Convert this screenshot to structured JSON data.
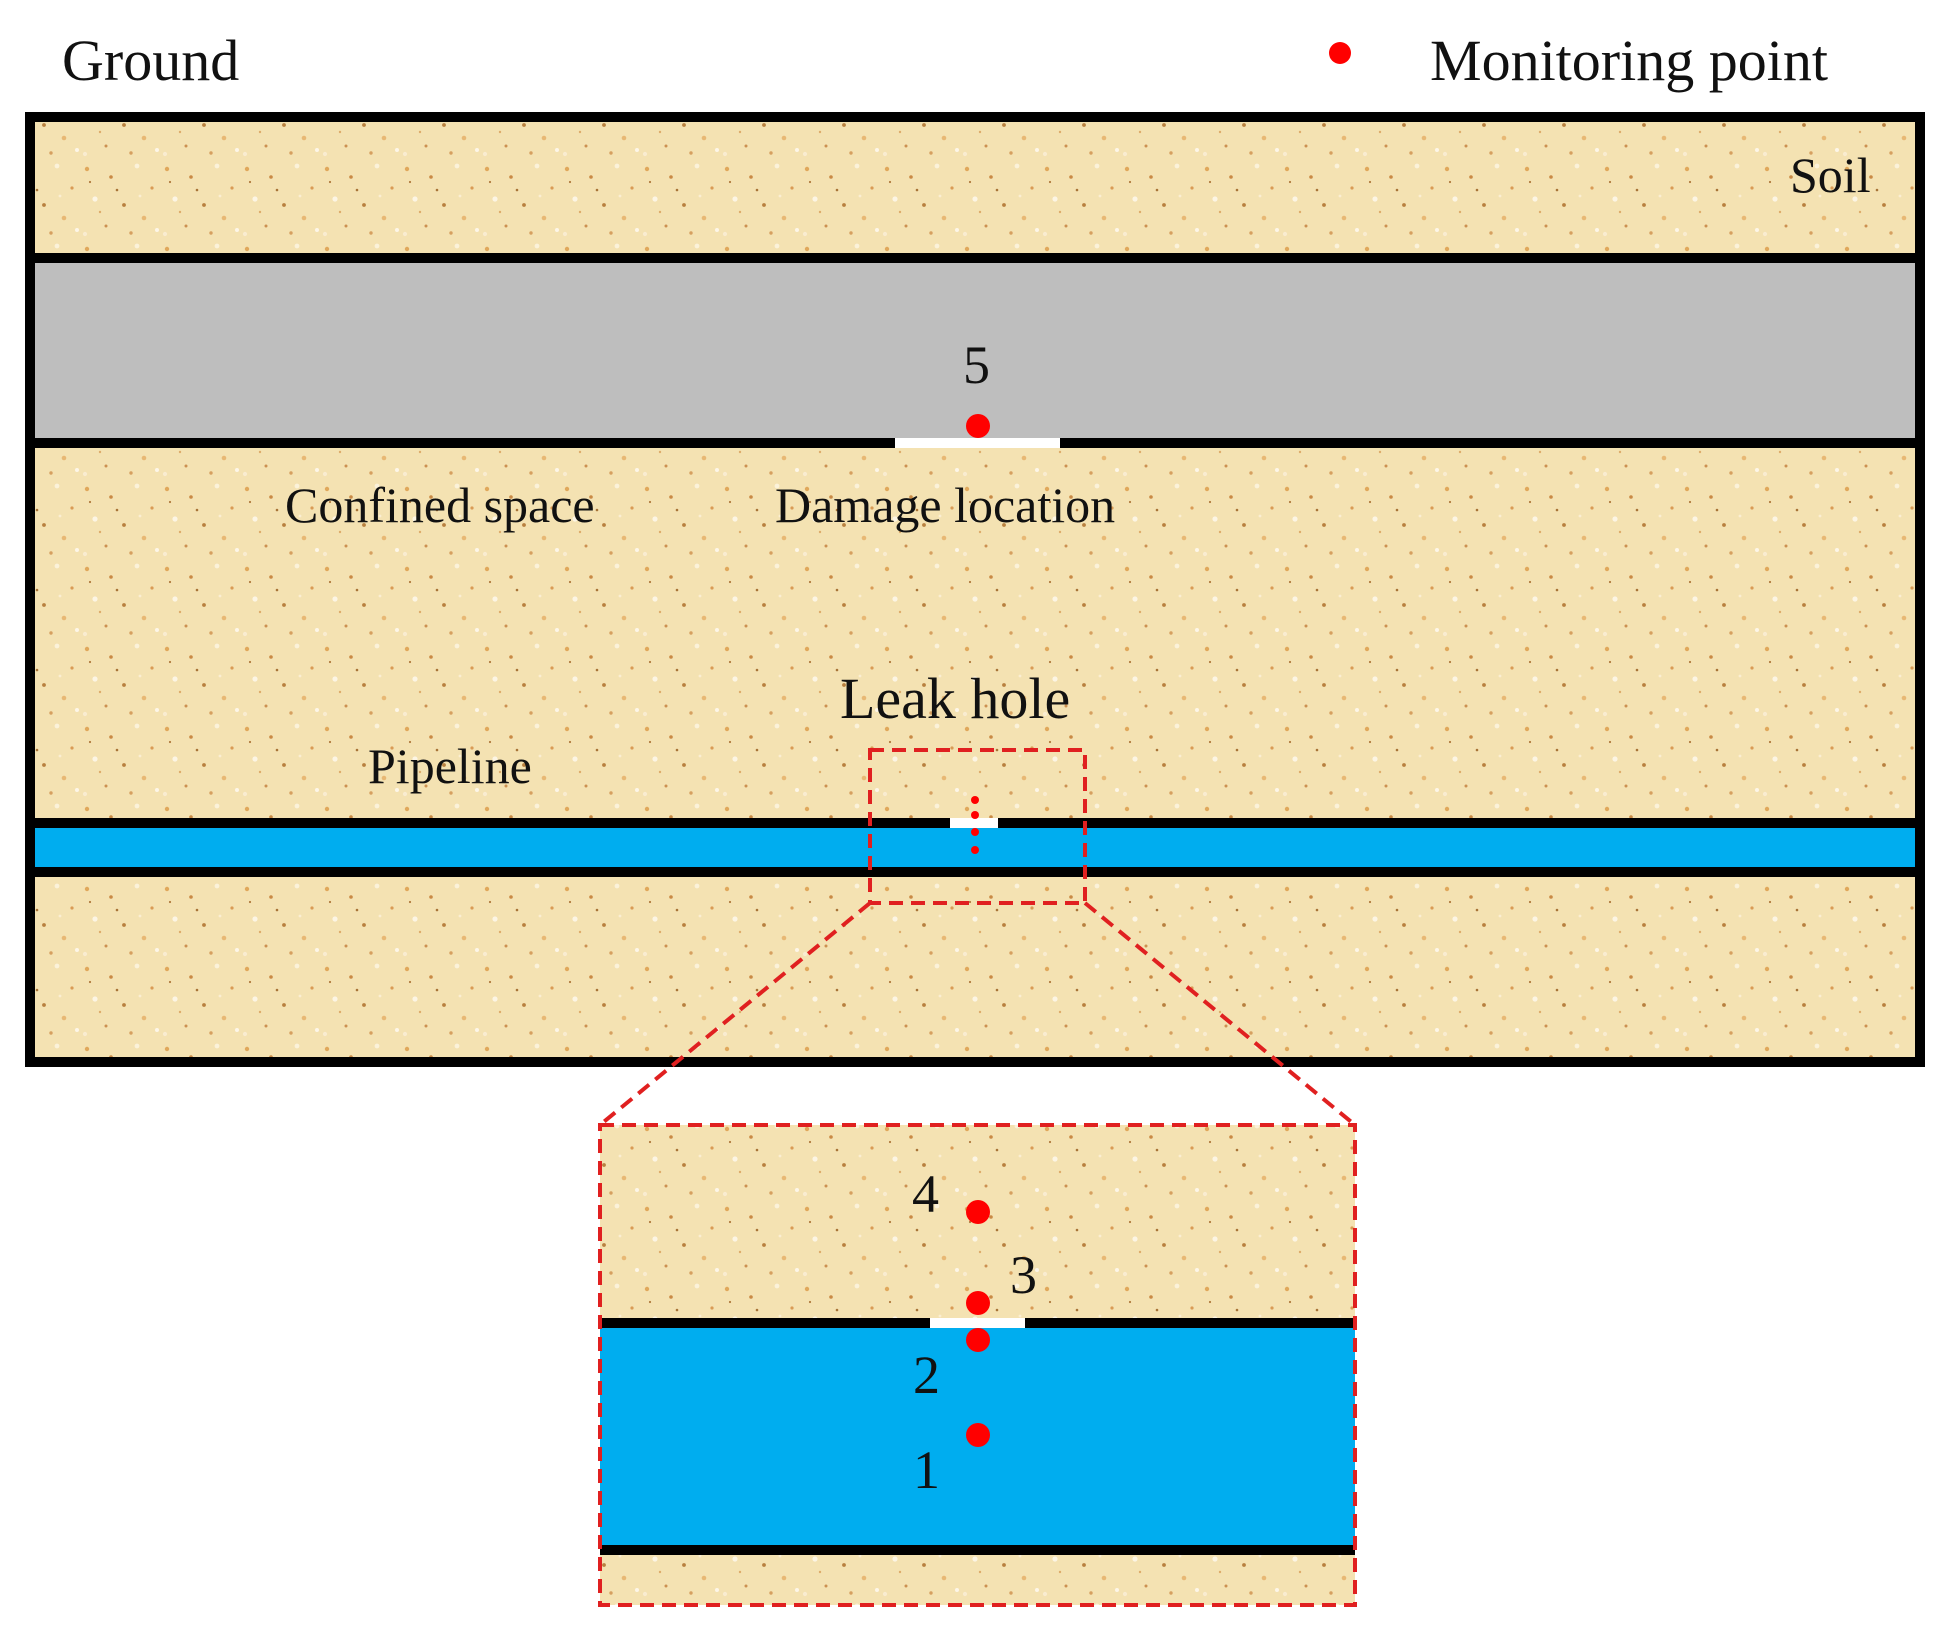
{
  "labels": {
    "ground": "Ground",
    "legend_marker": "Monitoring point",
    "soil": "Soil",
    "confined_space": "Confined space",
    "damage_location": "Damage location",
    "leak_hole": "Leak hole",
    "pipeline": "Pipeline"
  },
  "monitoring_points": [
    "1",
    "2",
    "3",
    "4",
    "5"
  ],
  "colors": {
    "soil": "#f4e2b2",
    "confined_space": "#bebebe",
    "pipe_fluid": "#00adef",
    "monitoring_point": "#ff0000",
    "callout": "#e02020",
    "outline": "#000000"
  }
}
